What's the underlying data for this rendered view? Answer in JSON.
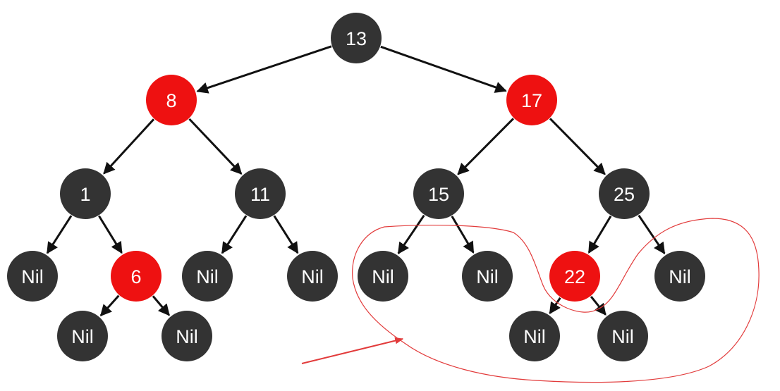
{
  "colors": {
    "black_node": "#333333",
    "red_node": "#ee1111",
    "edge": "#111111",
    "annotation": "#e23b3b",
    "label": "#ffffff"
  },
  "tree": {
    "nodes": [
      {
        "id": "n13",
        "label": "13",
        "color": "black"
      },
      {
        "id": "n8",
        "label": "8",
        "color": "red"
      },
      {
        "id": "n17",
        "label": "17",
        "color": "red"
      },
      {
        "id": "n1",
        "label": "1",
        "color": "black"
      },
      {
        "id": "n11",
        "label": "11",
        "color": "black"
      },
      {
        "id": "n15",
        "label": "15",
        "color": "black"
      },
      {
        "id": "n25",
        "label": "25",
        "color": "black"
      },
      {
        "id": "nil1",
        "label": "Nil",
        "color": "black"
      },
      {
        "id": "n6",
        "label": "6",
        "color": "red"
      },
      {
        "id": "nil2",
        "label": "Nil",
        "color": "black"
      },
      {
        "id": "nil3",
        "label": "Nil",
        "color": "black"
      },
      {
        "id": "nil4",
        "label": "Nil",
        "color": "black"
      },
      {
        "id": "nil5",
        "label": "Nil",
        "color": "black"
      },
      {
        "id": "n22",
        "label": "22",
        "color": "red"
      },
      {
        "id": "nil6",
        "label": "Nil",
        "color": "black"
      },
      {
        "id": "nil7",
        "label": "Nil",
        "color": "black"
      },
      {
        "id": "nil8",
        "label": "Nil",
        "color": "black"
      },
      {
        "id": "nil9",
        "label": "Nil",
        "color": "black"
      },
      {
        "id": "nil10",
        "label": "Nil",
        "color": "black"
      }
    ],
    "edges": [
      {
        "from": "n13",
        "to": "n8"
      },
      {
        "from": "n13",
        "to": "n17"
      },
      {
        "from": "n8",
        "to": "n1"
      },
      {
        "from": "n8",
        "to": "n11"
      },
      {
        "from": "n17",
        "to": "n15"
      },
      {
        "from": "n17",
        "to": "n25"
      },
      {
        "from": "n1",
        "to": "nil1"
      },
      {
        "from": "n1",
        "to": "n6"
      },
      {
        "from": "n11",
        "to": "nil2"
      },
      {
        "from": "n11",
        "to": "nil3"
      },
      {
        "from": "n15",
        "to": "nil4"
      },
      {
        "from": "n15",
        "to": "nil5"
      },
      {
        "from": "n25",
        "to": "n22"
      },
      {
        "from": "n25",
        "to": "nil6"
      },
      {
        "from": "n6",
        "to": "nil7"
      },
      {
        "from": "n6",
        "to": "nil8"
      },
      {
        "from": "n22",
        "to": "nil9"
      },
      {
        "from": "n22",
        "to": "nil10"
      }
    ]
  }
}
